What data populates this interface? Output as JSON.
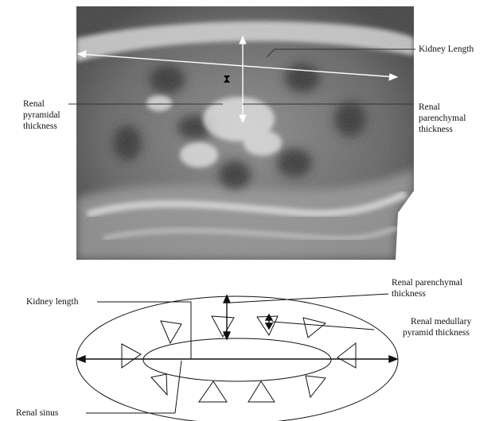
{
  "top_panel": {
    "labels": {
      "kidney_length": "Kidney Length",
      "renal_pyramidal_thickness": [
        "Renal",
        "pyramidal",
        "thickness"
      ],
      "renal_parenchymal_thickness": [
        "Renal",
        "parenchymal",
        "thickness"
      ]
    }
  },
  "bottom_panel": {
    "labels": {
      "kidney_length": "Kidney length",
      "renal_parenchymal_thickness": [
        "Renal parenchymal",
        "thickness"
      ],
      "renal_medullary_pyramid_thickness": [
        "Renal medullary",
        "pyramid thickness"
      ],
      "renal_sinus": "Renal sinus"
    }
  }
}
